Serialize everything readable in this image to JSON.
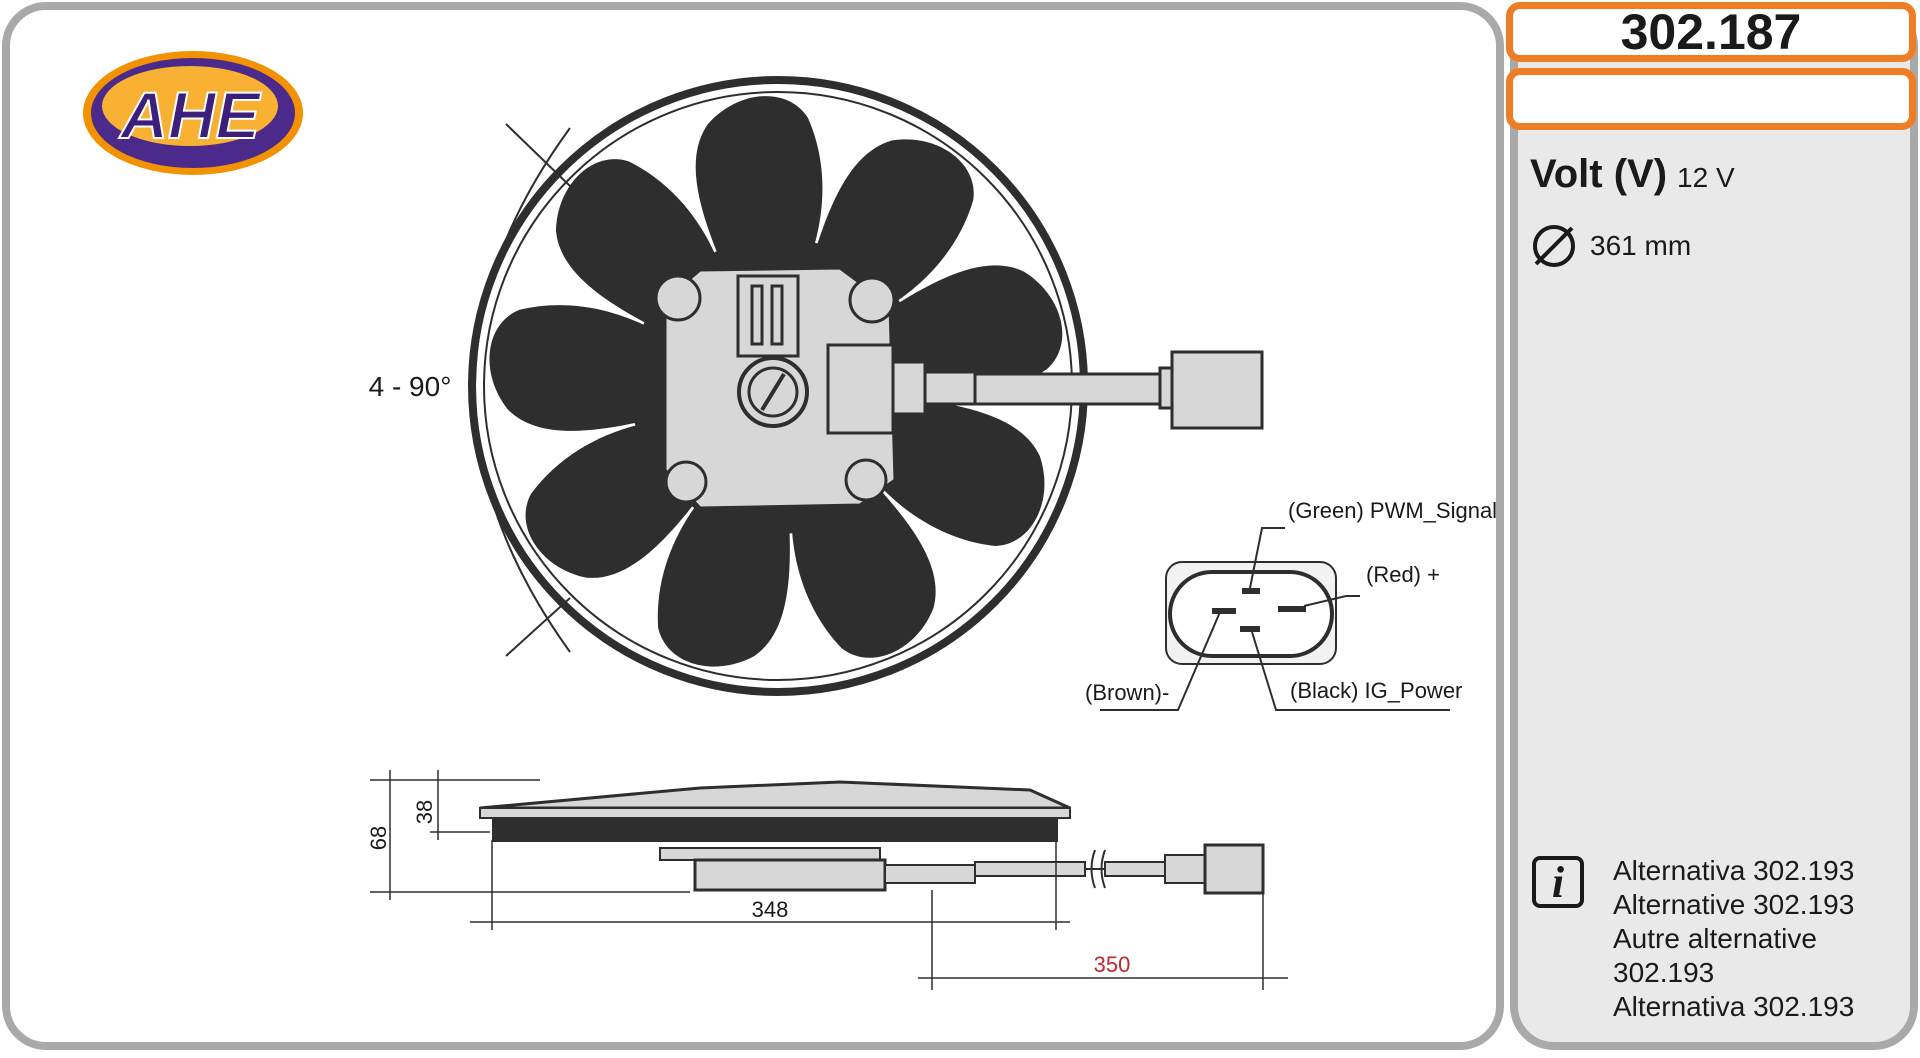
{
  "brand": {
    "logo_text": "AHE"
  },
  "product": {
    "code": "302.187"
  },
  "specs": {
    "voltage_label": "Volt (V)",
    "voltage_value": "12 V",
    "diameter_value": "361 mm"
  },
  "diagram": {
    "angle_label": "4 - 90°",
    "connector": {
      "pin_green": "(Green) PWM_Signal",
      "pin_red": "(Red)  +",
      "pin_brown": "(Brown)-",
      "pin_black": "(Black) IG_Power"
    },
    "dimensions": {
      "height_total": "68",
      "height_body": "38",
      "width": "348",
      "cable_length": "350"
    }
  },
  "alternatives": [
    "Alternativa 302.193",
    "Alternative 302.193",
    "Autre alternative 302.193",
    "Alternativa 302.193"
  ],
  "colors": {
    "accent_orange": "#ef7d23",
    "frame_gray": "#a9a9a9",
    "side_bg": "#e9e9e9",
    "logo_purple": "#4b2a8c",
    "logo_orange": "#f39200",
    "cable_length_red": "#c0282d"
  },
  "icons": [
    "diameter-icon",
    "info-icon"
  ]
}
